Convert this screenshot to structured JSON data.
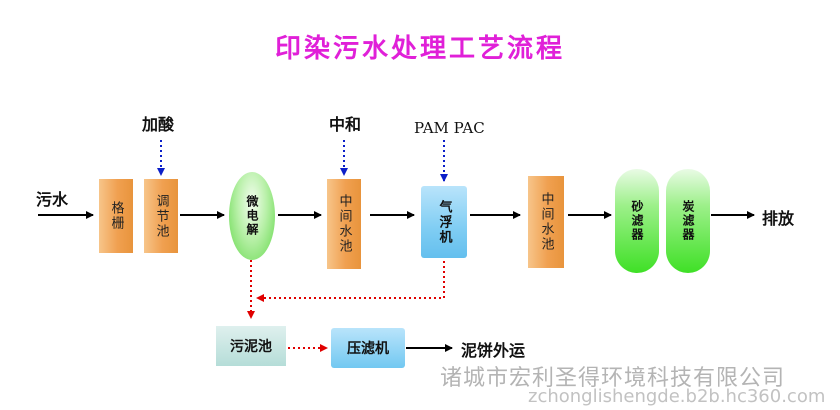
{
  "title": "印染污水处理工艺流程",
  "inputs": {
    "influent": "污水",
    "acid": "加酸",
    "neutralize": "中和",
    "chemicals": "PAM PAC"
  },
  "units": {
    "grille": "格栅",
    "regulating_tank": "调节池",
    "micro_electrolysis": "微电解",
    "middle_tank_1": "中间水池",
    "air_flotation": "气浮机",
    "middle_tank_2": "中间水池",
    "sand_filter": "砂滤器",
    "carbon_filter": "炭滤器",
    "sludge_tank": "污泥池",
    "filter_press": "压滤机"
  },
  "outputs": {
    "discharge": "排放",
    "sludge_cake": "泥饼外运"
  },
  "watermark": {
    "company": "诸城市宏利圣得环境科技有限公司",
    "site": "zchonglishengde.b2b.hc360.com"
  }
}
